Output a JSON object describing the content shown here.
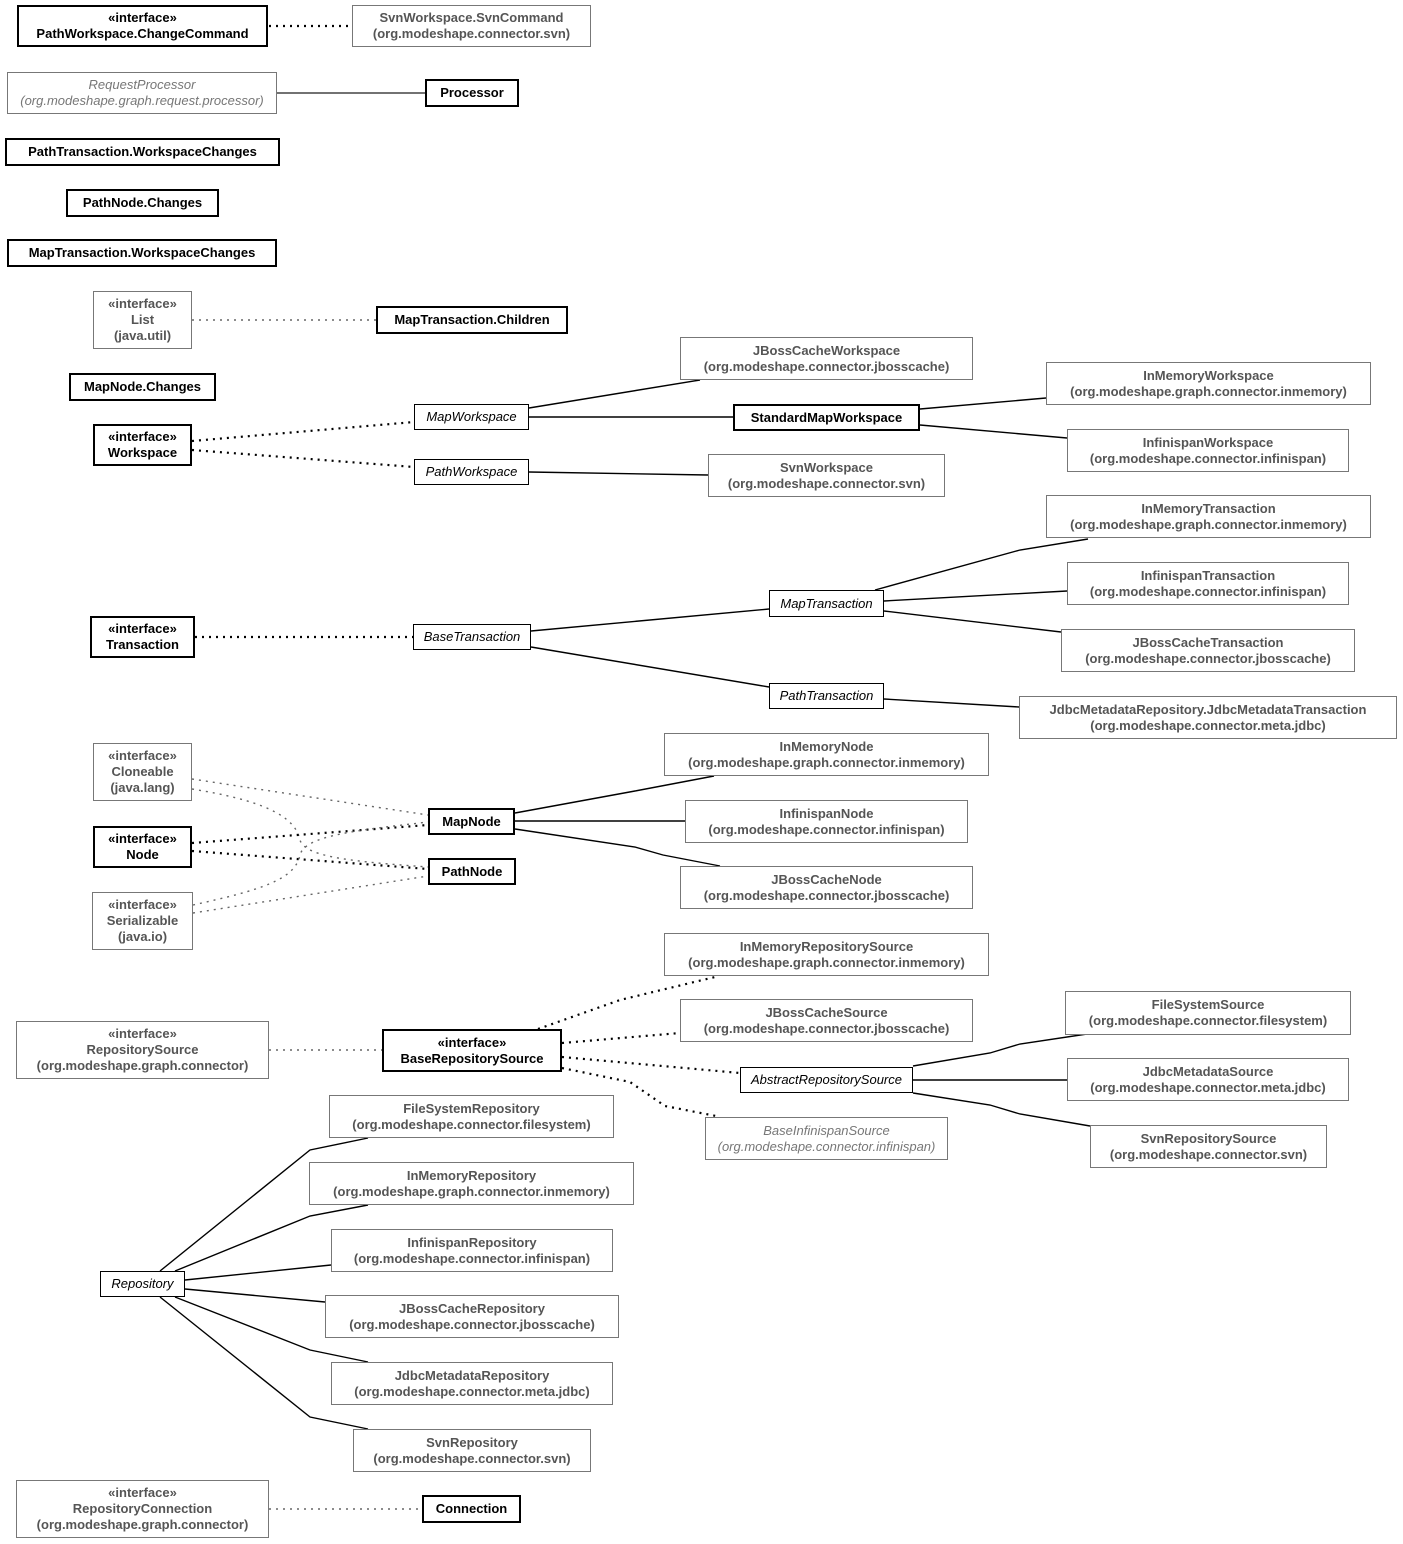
{
  "diagram": {
    "stereotype": "«interface»",
    "nodes": {
      "PathWorkspaceChangeCommand": {
        "name": "PathWorkspace.ChangeCommand",
        "kind": "local",
        "interface": true
      },
      "SvnCommand": {
        "name": "SvnWorkspace.SvnCommand",
        "package": "(org.modeshape.connector.svn)",
        "kind": "external"
      },
      "RequestProcessor": {
        "name": "RequestProcessor",
        "package": "(org.modeshape.graph.request.processor)",
        "kind": "external-abstract"
      },
      "Processor": {
        "name": "Processor",
        "kind": "local"
      },
      "PathTransactionWorkspaceChanges": {
        "name": "PathTransaction.WorkspaceChanges",
        "kind": "local"
      },
      "PathNodeChanges": {
        "name": "PathNode.Changes",
        "kind": "local"
      },
      "MapTransactionWorkspaceChanges": {
        "name": "MapTransaction.WorkspaceChanges",
        "kind": "local"
      },
      "List": {
        "name": "List",
        "package": "(java.util)",
        "kind": "external",
        "interface": true
      },
      "MapTransactionChildren": {
        "name": "MapTransaction.Children",
        "kind": "local"
      },
      "MapNodeChanges": {
        "name": "MapNode.Changes",
        "kind": "local"
      },
      "Workspace": {
        "name": "Workspace",
        "kind": "local",
        "interface": true
      },
      "MapWorkspace": {
        "name": "MapWorkspace",
        "kind": "abstract"
      },
      "PathWorkspace": {
        "name": "PathWorkspace",
        "kind": "abstract"
      },
      "JBossCacheWorkspace": {
        "name": "JBossCacheWorkspace",
        "package": "(org.modeshape.connector.jbosscache)",
        "kind": "external"
      },
      "StandardMapWorkspace": {
        "name": "StandardMapWorkspace",
        "kind": "local"
      },
      "SvnWorkspace": {
        "name": "SvnWorkspace",
        "package": "(org.modeshape.connector.svn)",
        "kind": "external"
      },
      "InMemoryWorkspace": {
        "name": "InMemoryWorkspace",
        "package": "(org.modeshape.graph.connector.inmemory)",
        "kind": "external"
      },
      "InfinispanWorkspace": {
        "name": "InfinispanWorkspace",
        "package": "(org.modeshape.connector.infinispan)",
        "kind": "external"
      },
      "Transaction": {
        "name": "Transaction",
        "kind": "local",
        "interface": true
      },
      "BaseTransaction": {
        "name": "BaseTransaction",
        "kind": "abstract"
      },
      "MapTransaction": {
        "name": "MapTransaction",
        "kind": "abstract"
      },
      "PathTransaction": {
        "name": "PathTransaction",
        "kind": "abstract"
      },
      "InMemoryTransaction": {
        "name": "InMemoryTransaction",
        "package": "(org.modeshape.graph.connector.inmemory)",
        "kind": "external"
      },
      "InfinispanTransaction": {
        "name": "InfinispanTransaction",
        "package": "(org.modeshape.connector.infinispan)",
        "kind": "external"
      },
      "JBossCacheTransaction": {
        "name": "JBossCacheTransaction",
        "package": "(org.modeshape.connector.jbosscache)",
        "kind": "external"
      },
      "JdbcMetadataTransaction": {
        "name": "JdbcMetadataRepository.JdbcMetadataTransaction",
        "package": "(org.modeshape.connector.meta.jdbc)",
        "kind": "external"
      },
      "Cloneable": {
        "name": "Cloneable",
        "package": "(java.lang)",
        "kind": "external",
        "interface": true
      },
      "Node": {
        "name": "Node",
        "kind": "local",
        "interface": true
      },
      "Serializable": {
        "name": "Serializable",
        "package": "(java.io)",
        "kind": "external",
        "interface": true
      },
      "MapNode": {
        "name": "MapNode",
        "kind": "local"
      },
      "PathNode": {
        "name": "PathNode",
        "kind": "local"
      },
      "InMemoryNode": {
        "name": "InMemoryNode",
        "package": "(org.modeshape.graph.connector.inmemory)",
        "kind": "external"
      },
      "InfinispanNode": {
        "name": "InfinispanNode",
        "package": "(org.modeshape.connector.infinispan)",
        "kind": "external"
      },
      "JBossCacheNode": {
        "name": "JBossCacheNode",
        "package": "(org.modeshape.connector.jbosscache)",
        "kind": "external"
      },
      "RepositorySource": {
        "name": "RepositorySource",
        "package": "(org.modeshape.graph.connector)",
        "kind": "external",
        "interface": true
      },
      "BaseRepositorySource": {
        "name": "BaseRepositorySource",
        "kind": "local",
        "interface": true
      },
      "InMemoryRepositorySource": {
        "name": "InMemoryRepositorySource",
        "package": "(org.modeshape.graph.connector.inmemory)",
        "kind": "external"
      },
      "JBossCacheSource": {
        "name": "JBossCacheSource",
        "package": "(org.modeshape.connector.jbosscache)",
        "kind": "external"
      },
      "AbstractRepositorySource": {
        "name": "AbstractRepositorySource",
        "kind": "abstract"
      },
      "BaseInfinispanSource": {
        "name": "BaseInfinispanSource",
        "package": "(org.modeshape.connector.infinispan)",
        "kind": "external-abstract"
      },
      "FileSystemSource": {
        "name": "FileSystemSource",
        "package": "(org.modeshape.connector.filesystem)",
        "kind": "external"
      },
      "JdbcMetadataSource": {
        "name": "JdbcMetadataSource",
        "package": "(org.modeshape.connector.meta.jdbc)",
        "kind": "external"
      },
      "SvnRepositorySource": {
        "name": "SvnRepositorySource",
        "package": "(org.modeshape.connector.svn)",
        "kind": "external"
      },
      "Repository": {
        "name": "Repository",
        "kind": "abstract"
      },
      "FileSystemRepository": {
        "name": "FileSystemRepository",
        "package": "(org.modeshape.connector.filesystem)",
        "kind": "external"
      },
      "InMemoryRepository": {
        "name": "InMemoryRepository",
        "package": "(org.modeshape.graph.connector.inmemory)",
        "kind": "external"
      },
      "InfinispanRepository": {
        "name": "InfinispanRepository",
        "package": "(org.modeshape.connector.infinispan)",
        "kind": "external"
      },
      "JBossCacheRepository": {
        "name": "JBossCacheRepository",
        "package": "(org.modeshape.connector.jbosscache)",
        "kind": "external"
      },
      "JdbcMetadataRepository": {
        "name": "JdbcMetadataRepository",
        "package": "(org.modeshape.connector.meta.jdbc)",
        "kind": "external"
      },
      "SvnRepository": {
        "name": "SvnRepository",
        "package": "(org.modeshape.connector.svn)",
        "kind": "external"
      },
      "RepositoryConnection": {
        "name": "RepositoryConnection",
        "package": "(org.modeshape.graph.connector)",
        "kind": "external",
        "interface": true
      },
      "Connection": {
        "name": "Connection",
        "kind": "local"
      }
    }
  }
}
